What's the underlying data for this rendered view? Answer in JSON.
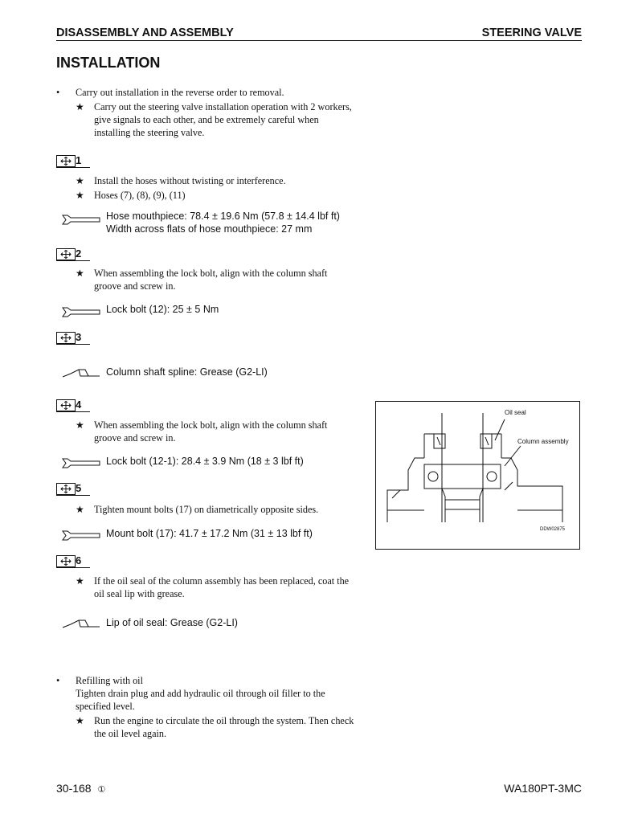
{
  "header": {
    "left": "DISASSEMBLY AND ASSEMBLY",
    "right": "STEERING VALVE"
  },
  "section_title": "INSTALLATION",
  "intro": {
    "bullet": "Carry out installation in the reverse order to removal.",
    "star_lines": [
      "Carry out the steering valve installation operation with 2 workers,",
      "give signals to each other, and be extremely careful when",
      "installing the steering valve."
    ]
  },
  "step1": {
    "number": "1",
    "star1": "Install the hoses without twisting or interference.",
    "star2": "Hoses (7), (8), (9), (11)",
    "spec_line1": "Hose mouthpiece: 78.4 ± 19.6 Nm (57.8 ± 14.4 lbf ft)",
    "spec_line2": "Width across flats of hose mouthpiece: 27 mm",
    "icon": "wrench-torque-icon"
  },
  "step2": {
    "number": "2",
    "star_lines": [
      "When assembling the lock bolt, align with the column shaft",
      "groove and screw in."
    ],
    "spec": "Lock bolt (12): 25 ± 5 Nm",
    "icon": "wrench-torque-icon"
  },
  "step3": {
    "number": "3",
    "spec": "Column shaft spline: Grease (G2-LI)",
    "icon": "grease-gun-icon"
  },
  "step4": {
    "number": "4",
    "star_lines": [
      "When assembling the lock bolt, align with the column shaft",
      "groove and screw in."
    ],
    "spec": "Lock bolt (12-1): 28.4 ± 3.9 Nm (18 ± 3 lbf ft)",
    "icon": "wrench-torque-icon"
  },
  "step5": {
    "number": "5",
    "star": "Tighten mount bolts (17) on diametrically opposite sides.",
    "spec": "Mount bolt (17): 41.7 ± 17.2 Nm (31 ± 13 lbf ft)",
    "icon": "wrench-torque-icon"
  },
  "step6": {
    "number": "6",
    "star_lines": [
      "If the oil seal of the column assembly has been replaced, coat the",
      "oil seal lip with grease."
    ],
    "spec": "Lip of oil seal: Grease (G2-LI)",
    "icon": "grease-gun-icon"
  },
  "refill": {
    "bullet": "Refilling with oil",
    "lines": [
      "Tighten drain plug and add hydraulic oil through oil filler to the",
      "specified level."
    ],
    "star_lines": [
      "Run the engine to circulate the oil through the system. Then check",
      "the oil level again."
    ]
  },
  "figure": {
    "label_oil_seal": "Oil seal",
    "label_column_assembly": "Column assembly",
    "code": "DDW02875"
  },
  "footer": {
    "page": "30-168",
    "rev_mark": "①",
    "model": "WA180PT-3MC"
  }
}
